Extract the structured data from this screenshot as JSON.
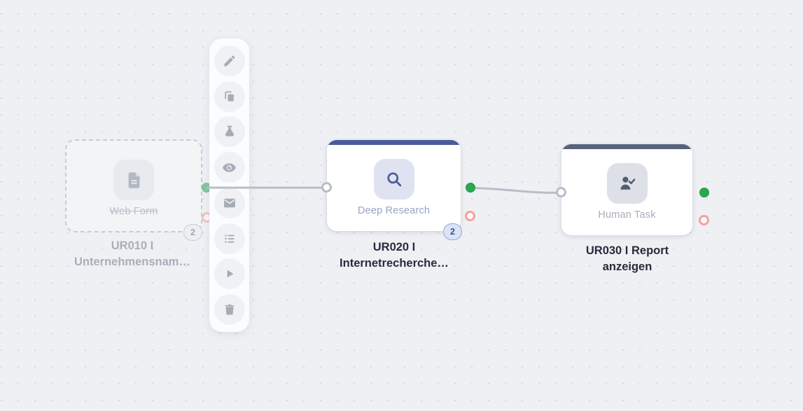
{
  "canvas": {
    "background": "#eef0f4",
    "dot_color": "#d7dade"
  },
  "toolbar": {
    "icons": [
      "pencil-icon",
      "copy-icon",
      "flask-icon",
      "eye-icon",
      "envelope-icon",
      "list-icon",
      "play-icon",
      "trash-icon"
    ]
  },
  "nodes": {
    "web_form": {
      "type_label": "Web Form",
      "badge": "2",
      "title_line1": "UR010 I",
      "title_line2": "Unternehmensnam…",
      "state": "disabled"
    },
    "deep_research": {
      "type_label": "Deep Research",
      "badge": "2",
      "title_line1": "UR020 I",
      "title_line2": "Internetrecherche…",
      "accent": "#4a5b9a"
    },
    "human_task": {
      "type_label": "Human Task",
      "title_line1": "UR030 I Report",
      "title_line2": "anzeigen",
      "accent": "#56627b"
    }
  },
  "colors": {
    "success_port": "#2aa84f",
    "error_port": "#f7a09a",
    "edge": "#b8bec8",
    "badge_bg": "#dce3f7",
    "badge_border": "#94a5d4",
    "badge_text": "#3b5394"
  }
}
